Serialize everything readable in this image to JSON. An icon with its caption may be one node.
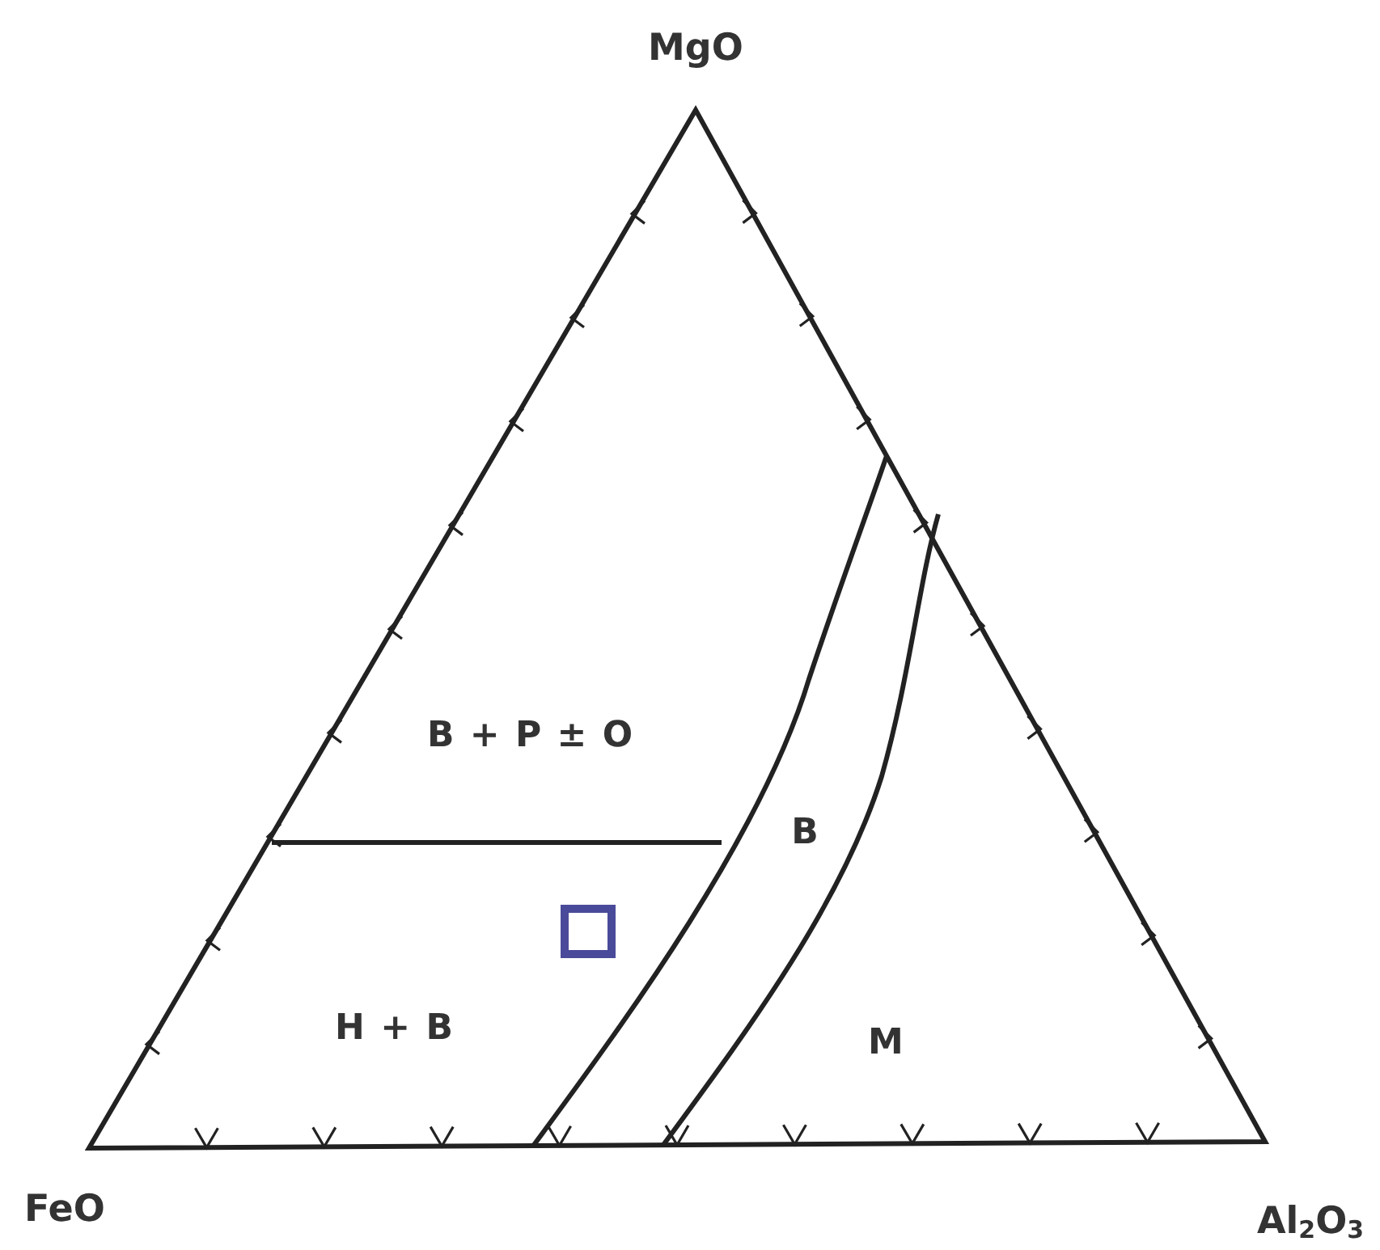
{
  "diagram": {
    "labels": [
      "MgO",
      "B + P ± O",
      "B",
      "H + B",
      "M",
      "FeO",
      "Al$_{2}$O$_{3}$"
    ]
  }
}
